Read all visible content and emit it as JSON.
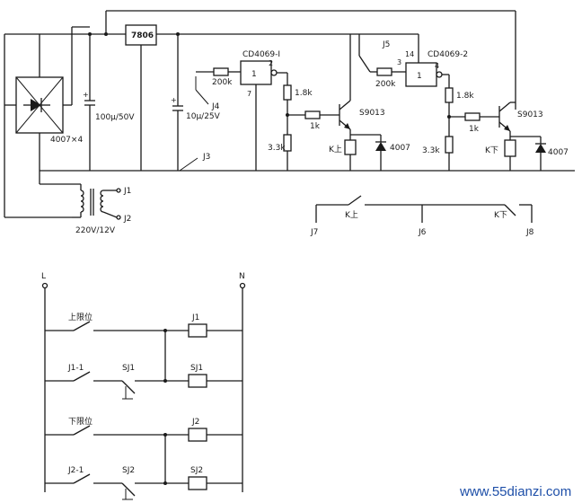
{
  "labels": {
    "regulator": "7806",
    "bridge": "4007×4",
    "c1": "100μ/50V",
    "c2": "10μ/25V",
    "transformer_voltage": "220V/12V",
    "j1": "J1",
    "j2": "J2",
    "j3": "J3",
    "j4": "J4",
    "j5": "J5",
    "j6": "J6",
    "j7": "J7",
    "j8": "J8",
    "ic1": "CD4069-I",
    "ic2": "CD4069-2",
    "gate_one": "1",
    "pin2": "2",
    "pin3": "3",
    "pin4": "4",
    "pin7": "7",
    "pin14": "14",
    "r200k": "200k",
    "r1_8k": "1.8k",
    "r1k": "1k",
    "r3_3k": "3.3k",
    "transistor": "S9013",
    "diode": "4007",
    "k_up": "K上",
    "k_down": "K下",
    "line_l": "L",
    "line_n": "N",
    "upper_limit": "上限位",
    "lower_limit": "下限位",
    "j1_1": "J1-1",
    "j2_1": "J2-1",
    "sj1": "SJ1",
    "sj2": "SJ2",
    "watermark": "www.55dianzi.com"
  }
}
